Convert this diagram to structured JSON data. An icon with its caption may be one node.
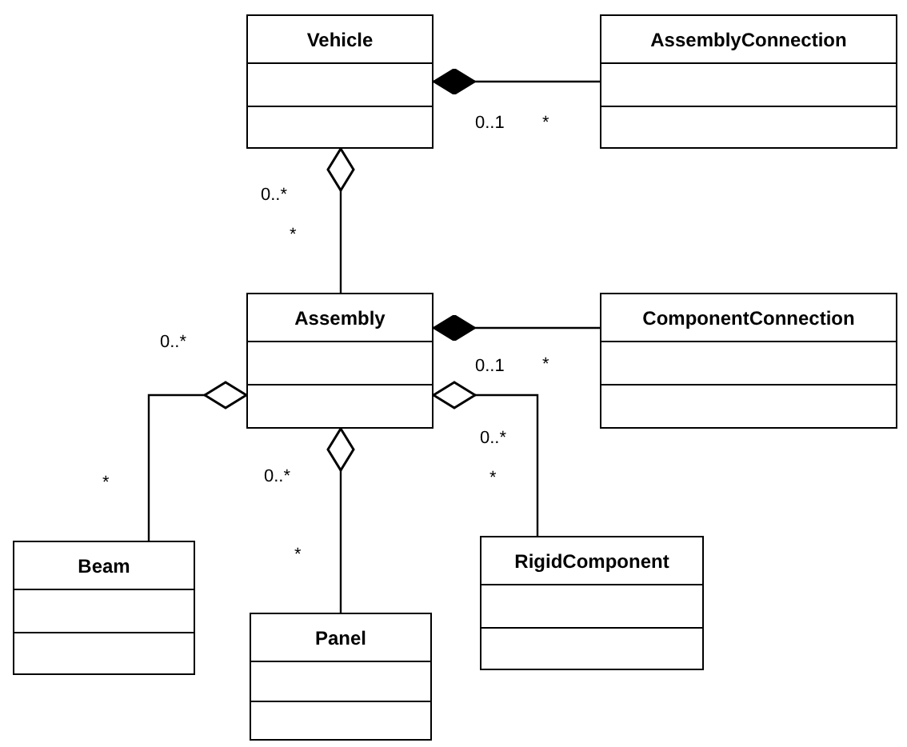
{
  "diagram": {
    "nodes": [
      {
        "text": [
          "Vehicle"
        ]
      },
      {
        "text": [
          "AssemblyConnection"
        ]
      },
      {
        "text": [
          "Assembly"
        ]
      },
      {
        "text": [
          "ComponentConnection"
        ]
      },
      {
        "text": [
          "Beam"
        ]
      },
      {
        "text": [
          "Panel"
        ]
      },
      {
        "text": [
          "RigidComponent"
        ]
      }
    ],
    "edges": [
      {
        "from": 0,
        "to": 1,
        "arrow": "other"
      },
      {
        "from": 0,
        "to": 2,
        "arrow": "other"
      },
      {
        "from": 2,
        "to": 3,
        "arrow": "other"
      },
      {
        "from": 2,
        "to": 4,
        "arrow": "other"
      },
      {
        "from": 2,
        "to": 5,
        "arrow": "other"
      },
      {
        "from": 2,
        "to": 6,
        "arrow": "other"
      }
    ],
    "labels": [
      "0..1",
      "*",
      "0..*",
      "*",
      "0..*",
      "0..1",
      "*",
      "0..*",
      "0..*",
      "*",
      "*",
      "*"
    ]
  }
}
